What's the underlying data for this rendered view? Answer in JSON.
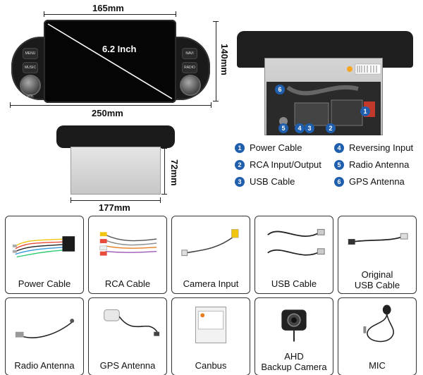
{
  "dimensions": {
    "front_width_top": "165mm",
    "front_width_bottom": "250mm",
    "front_height": "140mm",
    "screen_size": "6.2 Inch",
    "bottom_depth": "72mm",
    "bottom_width": "177mm"
  },
  "front_unit": {
    "btn_menu": "MENU",
    "btn_music": "MUSIC",
    "btn_navi": "NAVI",
    "btn_radio": "RADIO",
    "vol_label": "VOL"
  },
  "rear_markers": [
    "6",
    "1",
    "5",
    "4",
    "3",
    "2"
  ],
  "legend": [
    {
      "num": "1",
      "label": "Power Cable"
    },
    {
      "num": "2",
      "label": "RCA Input/Output"
    },
    {
      "num": "3",
      "label": "USB Cable"
    },
    {
      "num": "4",
      "label": "Reversing Input"
    },
    {
      "num": "5",
      "label": "Radio Antenna"
    },
    {
      "num": "6",
      "label": "GPS Antenna"
    }
  ],
  "accessories": [
    {
      "label": "Power Cable"
    },
    {
      "label": "RCA Cable"
    },
    {
      "label": "Camera Input"
    },
    {
      "label": "USB Cable"
    },
    {
      "label": "Original\nUSB Cable"
    },
    {
      "label": "Radio Antenna"
    },
    {
      "label": "GPS Antenna"
    },
    {
      "label": "Canbus"
    },
    {
      "label": "AHD\nBackup Camera"
    },
    {
      "label": "MIC"
    }
  ],
  "colors": {
    "badge": "#1f5fae",
    "unit_body": "#1a1a1a",
    "card_border": "#333333"
  }
}
